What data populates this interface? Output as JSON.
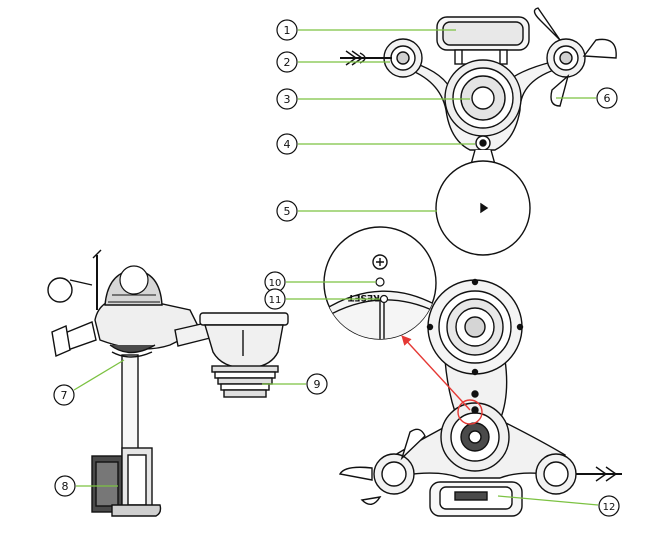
{
  "colors": {
    "line": "#111111",
    "leader": "#7cc242",
    "arrow": "#e53935",
    "fill_light": "#f2f2f2",
    "fill_mid": "#d9d9d9",
    "fill_dark": "#4a4a4a"
  },
  "callouts": [
    {
      "label": "1"
    },
    {
      "label": "2"
    },
    {
      "label": "3"
    },
    {
      "label": "4"
    },
    {
      "label": "5"
    },
    {
      "label": "6"
    },
    {
      "label": "7"
    },
    {
      "label": "8"
    },
    {
      "label": "9"
    },
    {
      "label": "10"
    },
    {
      "label": "11"
    },
    {
      "label": "12"
    }
  ],
  "inset": {
    "reset_label": "RESET"
  }
}
